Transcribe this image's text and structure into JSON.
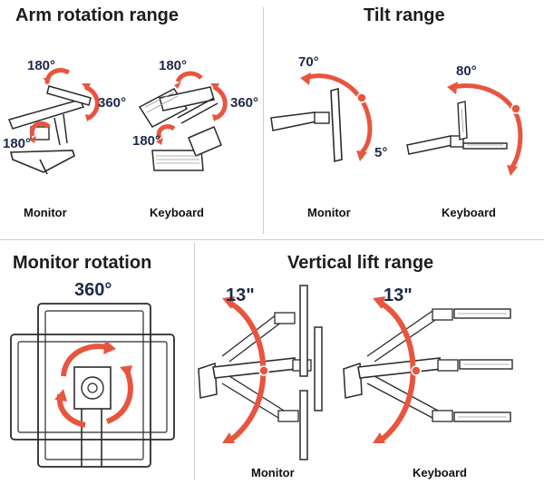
{
  "panels": {
    "arm_rotation": {
      "title": "Arm rotation range",
      "monitor": {
        "caption": "Monitor",
        "angle_top": "180°",
        "angle_right": "360°",
        "angle_bottom": "180°"
      },
      "keyboard": {
        "caption": "Keyboard",
        "angle_top": "180°",
        "angle_right": "360°",
        "angle_bottom": "180°"
      }
    },
    "tilt": {
      "title": "Tilt range",
      "monitor": {
        "caption": "Monitor",
        "angle_top": "70°",
        "angle_bottom": "5°"
      },
      "keyboard": {
        "caption": "Keyboard",
        "angle_top": "80°"
      }
    },
    "monitor_rotation": {
      "title": "Monitor rotation",
      "angle": "360°"
    },
    "vertical_lift": {
      "title": "Vertical lift range",
      "monitor": {
        "caption": "Monitor",
        "angle": "13\""
      },
      "keyboard": {
        "caption": "Keyboard",
        "angle": "13\""
      }
    }
  },
  "colors": {
    "arrow": "#e8553f",
    "line": "#2b2b2b",
    "angle_text": "#1e2a4a",
    "divider": "#cfcfcf"
  }
}
